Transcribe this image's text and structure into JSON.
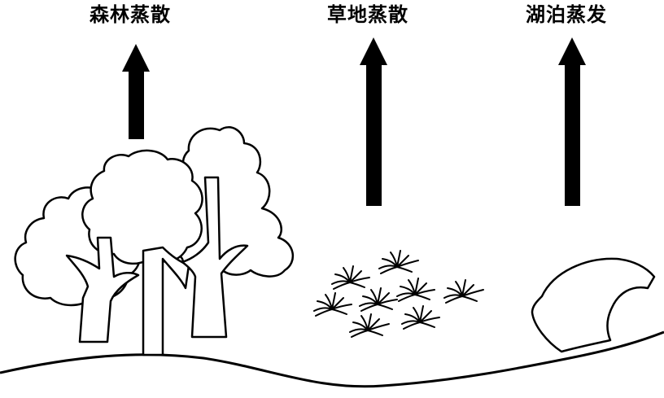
{
  "labels": {
    "forest": "森林蒸散",
    "grassland": "草地蒸散",
    "lake": "湖泊蒸发"
  },
  "colors": {
    "ink": "#000000",
    "fill": "#ffffff"
  }
}
